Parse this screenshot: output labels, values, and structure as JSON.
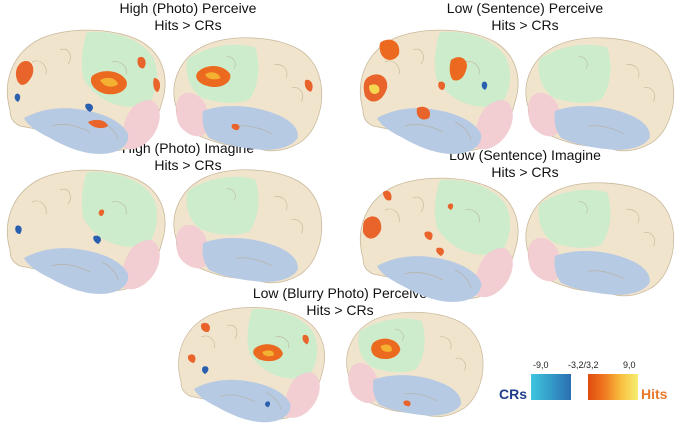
{
  "panels": [
    {
      "title": "High (Photo) Perceive",
      "subtitle": "Hits > CRs"
    },
    {
      "title": "Low (Sentence) Perceive",
      "subtitle": "Hits > CRs"
    },
    {
      "title": "High (Photo) Imagine",
      "subtitle": "Hits > CRs"
    },
    {
      "title": "Low (Sentence) Imagine",
      "subtitle": "Hits > CRs"
    },
    {
      "title": "Low (Blurry Photo) Perceive",
      "subtitle": "Hits > CRs"
    }
  ],
  "legend": {
    "crs_label": "CRs",
    "hits_label": "Hits",
    "ticks": [
      "-9,0",
      "-3,2/3,2",
      "9,0"
    ],
    "crs_color": "#1f3d8a",
    "hits_color": "#e8782a",
    "crs_gradient": [
      "#3ec6e0",
      "#2a6fb0"
    ],
    "hits_gradient": [
      "#e04a10",
      "#f07a20",
      "#f8c040",
      "#f6ee70"
    ]
  },
  "region_colors": {
    "frontal": "#f1e4cc",
    "parietal": "#cdeccc",
    "temporal": "#b7cae4",
    "occipital": "#f2cdd2"
  }
}
